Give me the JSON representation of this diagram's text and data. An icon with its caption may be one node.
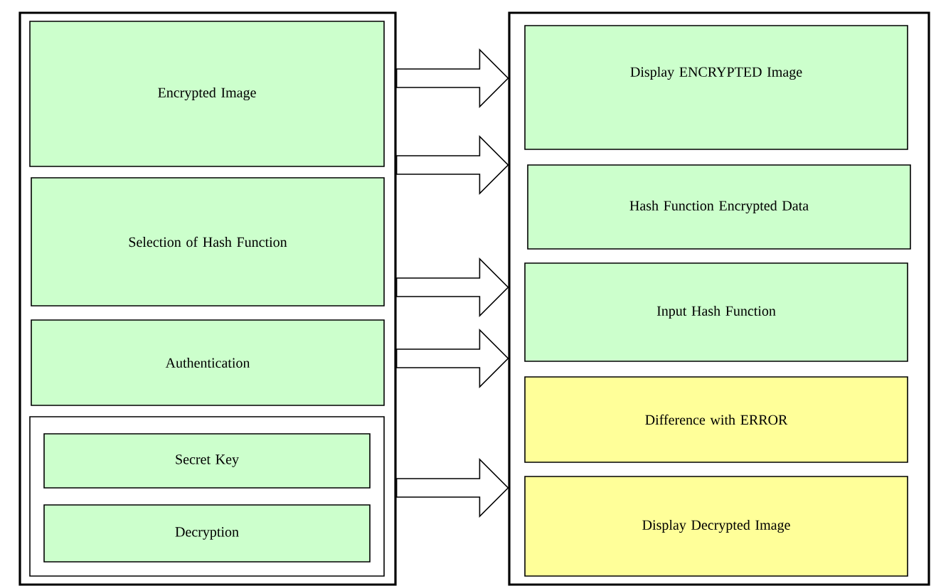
{
  "diagram": {
    "nodes": [
      {
        "text": [],
        "shape": "box"
      },
      {
        "text": [
          "Encrypted Image"
        ],
        "in": 0
      },
      {
        "text": [
          "Selection of Hash Function"
        ],
        "in": 0
      },
      {
        "text": [
          "Authentication"
        ],
        "in": 0
      },
      {
        "text": [],
        "shape": "box",
        "in": 0
      },
      {
        "text": [
          "Secret Key"
        ],
        "in": 4
      },
      {
        "text": [
          "Decryption"
        ],
        "in": 4
      },
      {
        "text": [],
        "shape": "box"
      },
      {
        "text": [
          "Display ENCRYPTED Image"
        ],
        "in": 7
      },
      {
        "text": [
          "Hash Function Encrypted Data"
        ],
        "in": 7
      },
      {
        "text": [
          "Input Hash Function"
        ],
        "in": 7
      },
      {
        "text": [
          "Difference with ERROR"
        ],
        "in": 7
      },
      {
        "text": [
          "Display Decrypted Image"
        ],
        "in": 7
      }
    ],
    "edges": [
      {
        "from": 0,
        "to": 7,
        "arrow": "to"
      },
      {
        "from": 0,
        "to": 7,
        "arrow": "to"
      },
      {
        "from": 0,
        "to": 7,
        "arrow": "to"
      },
      {
        "from": 0,
        "to": 7,
        "arrow": "to"
      },
      {
        "from": 0,
        "to": 7,
        "arrow": "to"
      }
    ]
  }
}
